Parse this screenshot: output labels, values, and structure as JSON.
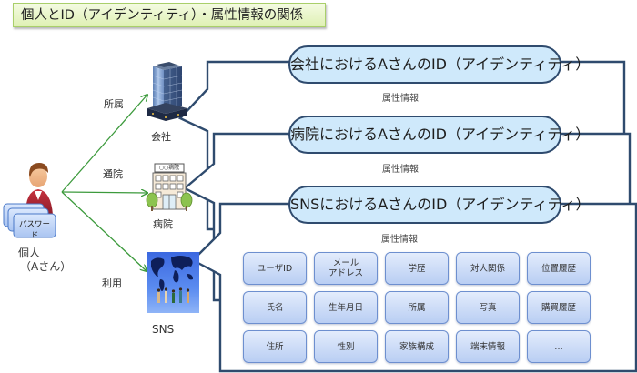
{
  "title": "個人とID（アイデンティティ）・属性情報の関係",
  "person": {
    "name": "個人",
    "sub": "（Aさん）",
    "card_label": "パスワード"
  },
  "relations": [
    {
      "label": "所属",
      "target": "会社"
    },
    {
      "label": "通院",
      "target": "病院"
    },
    {
      "label": "利用",
      "target": "SNS"
    }
  ],
  "icons": {
    "person": "person-icon",
    "password_cards": "password-card-icon",
    "company": "office-building-icon",
    "hospital": "hospital-building-icon",
    "hospital_sign": "○○病院",
    "sns": "world-map-people-icon"
  },
  "identities": [
    {
      "title": "会社におけるAさんのID（アイデンティティ）",
      "attr_label": "属性情報"
    },
    {
      "title": "病院におけるAさんのID（アイデンティティ）",
      "attr_label": "属性情報"
    },
    {
      "title": "SNSにおけるAさんのID（アイデンティティ）",
      "attr_label": "属性情報"
    }
  ],
  "attributes": [
    "ユーザID",
    "メール\nアドレス",
    "学歴",
    "対人関係",
    "位置履歴",
    "氏名",
    "生年月日",
    "所属",
    "写真",
    "購買履歴",
    "住所",
    "性別",
    "家族構成",
    "端末情報",
    "…"
  ],
  "colors": {
    "card_outline": "#2f4b6e",
    "pill_fill": "#cfe9fb",
    "arrow": "#3c9a3c",
    "title_fill": "#e6f4c2",
    "attr_fill": "#c9daf7"
  }
}
